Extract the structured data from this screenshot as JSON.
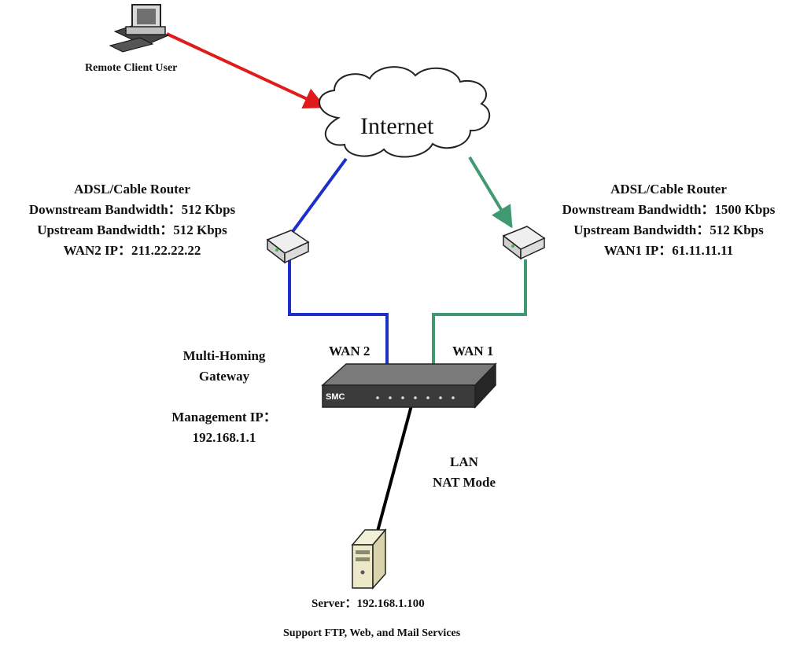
{
  "remote_client": {
    "label": "Remote Client User"
  },
  "internet": {
    "label": "Internet"
  },
  "router_left": {
    "title": "ADSL/Cable Router",
    "downstream": "Downstream Bandwidth：512 Kbps",
    "upstream": "Upstream Bandwidth：512 Kbps",
    "wan_ip": "WAN2 IP：211.22.22.22"
  },
  "router_right": {
    "title": "ADSL/Cable Router",
    "downstream": "Downstream Bandwidth：1500 Kbps",
    "upstream": "Upstream Bandwidth：512 Kbps",
    "wan_ip": "WAN1 IP：61.11.11.11"
  },
  "wan2_label": "WAN 2",
  "wan1_label": "WAN 1",
  "gateway": {
    "name_line1": "Multi-Homing",
    "name_line2": "Gateway",
    "mgmt_line1": "Management IP：",
    "mgmt_line2": "192.168.1.1",
    "brand": "SMC"
  },
  "lan": {
    "line1": "LAN",
    "line2": "NAT Mode"
  },
  "server": {
    "label": "Server：192.168.1.100"
  },
  "services": "Support FTP, Web, and Mail Services",
  "colors": {
    "client_link": "#e01b1b",
    "wan2_link": "#1c2fc8",
    "wan1_link": "#3f9a72",
    "lan_link": "#000000"
  }
}
